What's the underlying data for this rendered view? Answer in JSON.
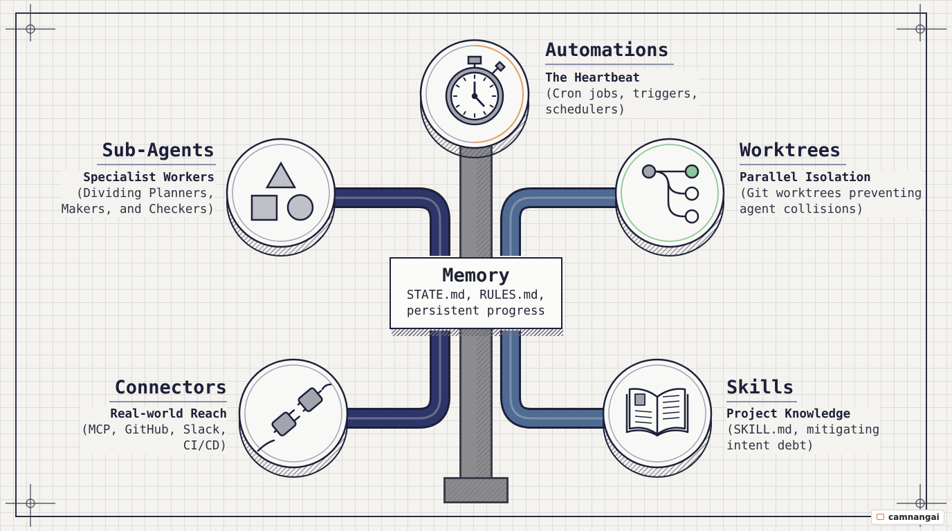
{
  "memory": {
    "title": "Memory",
    "line1": "STATE.md, RULES.md,",
    "line2": "persistent progress"
  },
  "nodes": {
    "automations": {
      "title": "Automations",
      "subtitle": "The Heartbeat",
      "line1": "(Cron jobs, triggers,",
      "line2": "schedulers)",
      "icon": "stopwatch-icon"
    },
    "sub_agents": {
      "title": "Sub-Agents",
      "subtitle": "Specialist Workers",
      "line1": "(Dividing Planners,",
      "line2": "Makers, and Checkers)",
      "icon": "shapes-icon"
    },
    "worktrees": {
      "title": "Worktrees",
      "subtitle": "Parallel Isolation",
      "line1": "(Git worktrees preventing",
      "line2": "agent collisions)",
      "icon": "git-branch-icon"
    },
    "connectors": {
      "title": "Connectors",
      "subtitle": "Real-world Reach",
      "line1": "(MCP, GitHub, Slack,",
      "line2": "CI/CD)",
      "icon": "plug-icon"
    },
    "skills": {
      "title": "Skills",
      "subtitle": "Project Knowledge",
      "line1": "(SKILL.md, mitigating",
      "line2": "intent debt)",
      "icon": "book-icon"
    }
  },
  "colors": {
    "navy": "#2e3568",
    "steel": "#4f6b93",
    "pillar": "#8c8c8e",
    "accent_orange": "#e0a060",
    "accent_green": "#8cc79a"
  },
  "watermark": "camnangai"
}
